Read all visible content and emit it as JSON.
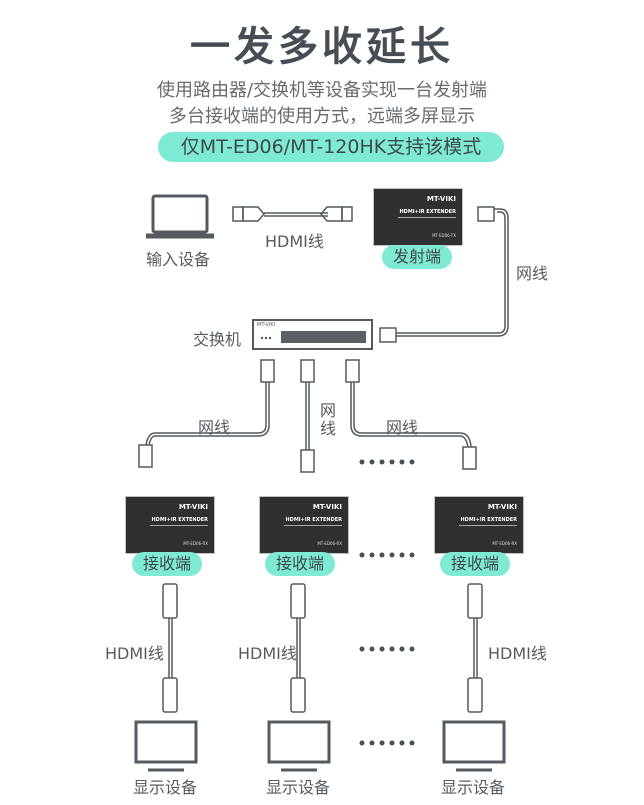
{
  "header": {
    "title": "一发多收延长",
    "subtitle_line1": "使用路由器/交换机等设备实现一台发射端",
    "subtitle_line2": "多台接收端的使用方式，远端多屏显示",
    "badge": "仅MT-ED06/MT-120HK支持该模式"
  },
  "source": {
    "label": "输入设备",
    "cable_label": "HDMI线"
  },
  "transmitter": {
    "label": "发射端",
    "brand": "MT-VIKI",
    "model": "HDMI+IR EXTENDER",
    "code": "MT-ED06-TX"
  },
  "switch": {
    "label": "交换机",
    "brand": "MT-VIKI",
    "uplink_cable_label": "网线"
  },
  "branches": [
    {
      "net_label": "网线",
      "receiver_label": "接收端",
      "hdmi_label": "HDMI线",
      "display_label": "显示设备"
    },
    {
      "net_label": "网线",
      "receiver_label": "接收端",
      "hdmi_label": "HDMI线",
      "display_label": "显示设备"
    },
    {
      "net_label": "网线",
      "receiver_label": "接收端",
      "hdmi_label": "HDMI线",
      "display_label": "显示设备"
    }
  ],
  "receiver_device": {
    "brand": "MT-VIKI",
    "model": "HDMI+IR EXTENDER",
    "code": "MT-ED06-RX"
  },
  "ellipsis": "••••••",
  "colors": {
    "accent": "#7eead3",
    "text": "#474d54",
    "line": "#5a6066",
    "device": "#2f3031"
  }
}
